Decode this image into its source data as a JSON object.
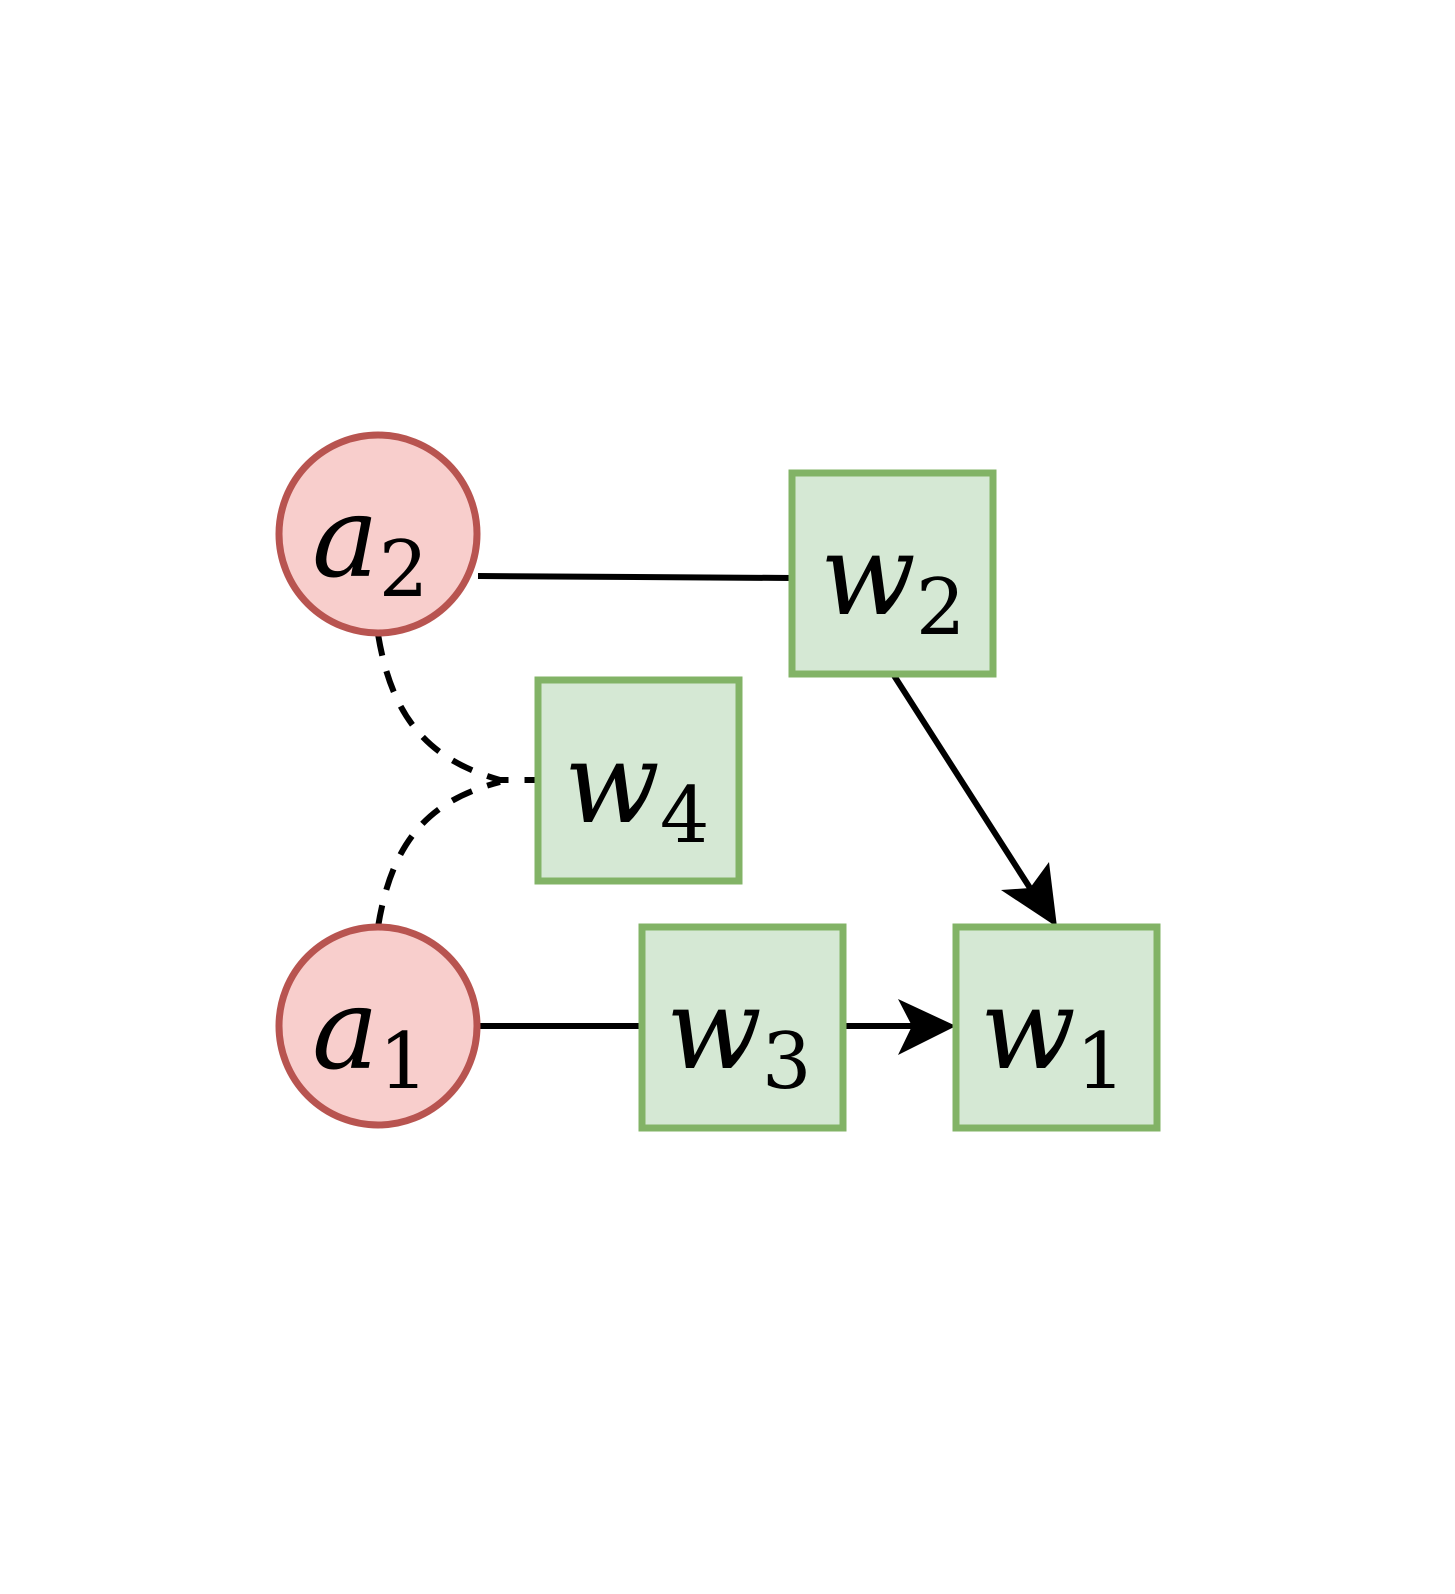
{
  "colors": {
    "agent_fill": "#f8cecc",
    "agent_stroke": "#b85450",
    "world_fill": "#d5e8d4",
    "world_stroke": "#82b366",
    "edge": "#000000"
  },
  "nodes": {
    "a2": {
      "base": "a",
      "sub": "2",
      "shape": "circle"
    },
    "a1": {
      "base": "a",
      "sub": "1",
      "shape": "circle"
    },
    "w2": {
      "base": "w",
      "sub": "2",
      "shape": "square"
    },
    "w4": {
      "base": "w",
      "sub": "4",
      "shape": "square"
    },
    "w3": {
      "base": "w",
      "sub": "3",
      "shape": "square"
    },
    "w1": {
      "base": "w",
      "sub": "1",
      "shape": "square"
    }
  },
  "edges": [
    {
      "from": "a2",
      "to": "w2",
      "style": "solid",
      "arrow": false
    },
    {
      "from": "a1",
      "to": "w3",
      "style": "solid",
      "arrow": false
    },
    {
      "from": "w3",
      "to": "w1",
      "style": "solid",
      "arrow": true
    },
    {
      "from": "w2",
      "to": "w1",
      "style": "solid",
      "arrow": true
    },
    {
      "from": "a2",
      "to": "w4",
      "style": "dashed",
      "arrow": false
    },
    {
      "from": "a1",
      "to": "w4",
      "style": "dashed",
      "arrow": false
    }
  ]
}
